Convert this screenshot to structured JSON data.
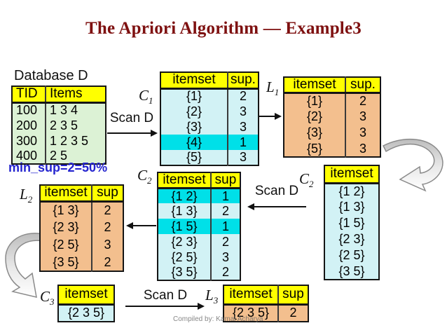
{
  "title": "The Apriori Algorithm — Example3",
  "min_sup_note": "min_sup=2=50%",
  "watermark": "Compiled by: Kamal Acharya",
  "scan_labels": [
    "Scan D",
    "Scan D",
    "Scan D"
  ],
  "database": {
    "label": "Database D",
    "table": {
      "headers": [
        "TID",
        "Items"
      ],
      "rows": [
        [
          "100",
          "1 3 4"
        ],
        [
          "200",
          "2 3 5"
        ],
        [
          "300",
          "1 2 3 5"
        ],
        [
          "400",
          "2 5"
        ]
      ]
    }
  },
  "steps": {
    "c1": {
      "label": {
        "base": "C",
        "sub": "1"
      },
      "table": {
        "headers": [
          "itemset",
          "sup."
        ],
        "rows": [
          [
            "{1}",
            "2"
          ],
          [
            "{2}",
            "3"
          ],
          [
            "{3}",
            "3"
          ],
          [
            "{4}",
            "1"
          ],
          [
            "{5}",
            "3"
          ]
        ],
        "highlight": [
          3
        ]
      }
    },
    "l1": {
      "label": {
        "base": "L",
        "sub": "1"
      },
      "table": {
        "headers": [
          "itemset",
          "sup."
        ],
        "rows": [
          [
            "{1}",
            "2"
          ],
          [
            "{2}",
            "3"
          ],
          [
            "{3}",
            "3"
          ],
          [
            "{5}",
            "3"
          ]
        ]
      }
    },
    "c2_candidates": {
      "label": {
        "base": "C",
        "sub": "2"
      },
      "table": {
        "headers": [
          "itemset"
        ],
        "rows": [
          [
            "{1 2}"
          ],
          [
            "{1 3}"
          ],
          [
            "{1 5}"
          ],
          [
            "{2 3}"
          ],
          [
            "{2 5}"
          ],
          [
            "{3 5}"
          ]
        ]
      }
    },
    "c2_counted": {
      "label": {
        "base": "C",
        "sub": "2"
      },
      "table": {
        "headers": [
          "itemset",
          "sup"
        ],
        "rows": [
          [
            "{1 2}",
            "1"
          ],
          [
            "{1 3}",
            "2"
          ],
          [
            "{1 5}",
            "1"
          ],
          [
            "{2 3}",
            "2"
          ],
          [
            "{2 5}",
            "3"
          ],
          [
            "{3 5}",
            "2"
          ]
        ],
        "highlight": [
          0,
          2
        ]
      }
    },
    "l2": {
      "label": {
        "base": "L",
        "sub": "2"
      },
      "table": {
        "headers": [
          "itemset",
          "sup"
        ],
        "rows": [
          [
            "{1 3}",
            "2"
          ],
          [
            "{2 3}",
            "2"
          ],
          [
            "{2 5}",
            "3"
          ],
          [
            "{3 5}",
            "2"
          ]
        ]
      }
    },
    "c3": {
      "label": {
        "base": "C",
        "sub": "3"
      },
      "table": {
        "headers": [
          "itemset"
        ],
        "rows": [
          [
            "{2 3 5}"
          ]
        ]
      }
    },
    "l3": {
      "label": {
        "base": "L",
        "sub": "3"
      },
      "table": {
        "headers": [
          "itemset",
          "sup"
        ],
        "rows": [
          [
            "{2 3 5}",
            "2"
          ]
        ]
      }
    }
  },
  "colors": {
    "title_maroon": "#7e1010",
    "header_yellow": "#ffff00",
    "body_cyan": "#d2f2f5",
    "highlight_cyan": "#00e0e8",
    "body_orange": "#f3bf8e",
    "body_green": "#dcf2d5",
    "min_sup_blue": "#2424cf",
    "arrow_black": "#111111",
    "curved_arrow_gray": "#bdbdbd"
  }
}
